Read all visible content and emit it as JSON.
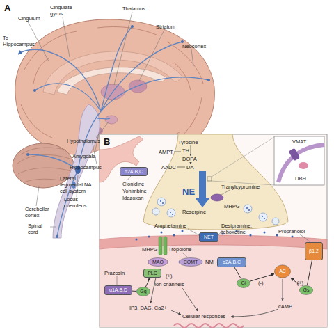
{
  "diagram": {
    "nodes": [
      {
        "text": [
          "α2A,B,C"
        ]
      },
      {
        "text": [
          "NET"
        ]
      },
      {
        "text": [
          "β1,2"
        ]
      },
      {
        "text": [
          "MAO"
        ]
      },
      {
        "text": [
          "COMT"
        ]
      },
      {
        "text": [
          "α2A,B,C"
        ]
      },
      {
        "text": [
          "PLC"
        ]
      },
      {
        "text": [
          "AC"
        ]
      },
      {
        "text": [
          "Gs"
        ]
      },
      {
        "text": [
          "α1A,B,D"
        ]
      },
      {
        "text": [
          "Gi"
        ]
      },
      {
        "text": [
          "Gq"
        ]
      }
    ],
    "edges": [
      {
        "from": 5,
        "to": 10,
        "arrow": "none"
      },
      {
        "from": 10,
        "to": 7,
        "label": "(-)",
        "arrow": "to"
      },
      {
        "from": 8,
        "to": 7,
        "label": "(+)",
        "arrow": "to"
      },
      {
        "from": 2,
        "to": 8,
        "arrow": "none"
      },
      {
        "from": 9,
        "to": 11,
        "arrow": "none"
      },
      {
        "from": 11,
        "to": 6,
        "arrow": "to"
      }
    ],
    "labels": [
      "A",
      "Cingulum",
      "Cingulate gyrus",
      "Thalamus",
      "Striatum",
      "Neocortex",
      "To Hippocampus",
      "Hypothalamus",
      "Amygdala",
      "Hippocampus",
      "Lateral tegmental NA cell system",
      "Locus coeruleus",
      "Cerebellar cortex",
      "Spinal cord",
      "B",
      "Tyrosine",
      "AMPT",
      "TH",
      "DOPA",
      "AADC",
      "DA",
      "VMAT",
      "DBH",
      "NE",
      "Tranylcypromine",
      "MHPG",
      "Reserpine",
      "Clonidine",
      "Yohimbine",
      "Idazoxan",
      "Amphetamine",
      "Desipramine, reboxetine",
      "Propranolol",
      "MHPG",
      "Tropolone",
      "NM",
      "Prazosin",
      "(+)",
      "Ion channels",
      "IP3, DAG, Ca2+",
      "Cellular responses",
      "cAMP"
    ]
  }
}
